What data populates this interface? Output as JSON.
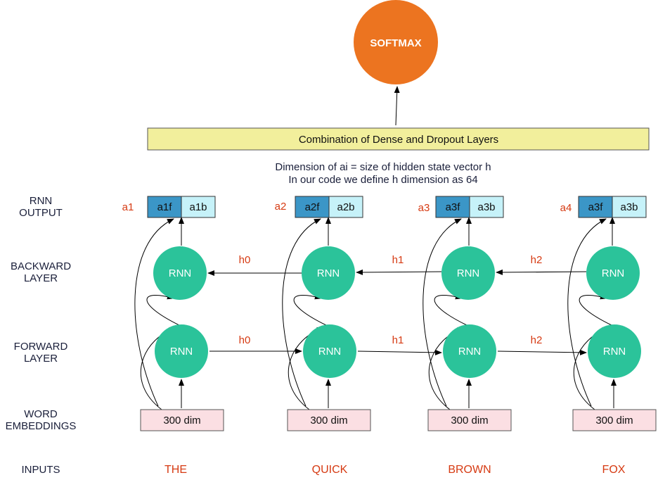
{
  "row_labels": {
    "rnn_output": [
      "RNN",
      "OUTPUT"
    ],
    "backward_layer": [
      "BACKWARD",
      "LAYER"
    ],
    "forward_layer": [
      "FORWARD",
      "LAYER"
    ],
    "word_embeddings": [
      "WORD",
      "EMBEDDINGS"
    ],
    "inputs": "INPUTS"
  },
  "softmax_label": "SOFTMAX",
  "dense_label": "Combination of Dense and Dropout Layers",
  "dimension_note": [
    "Dimension of ai = size of hidden state vector h",
    "In our code we define h dimension as 64"
  ],
  "rnn_label": "RNN",
  "columns": [
    {
      "word": "THE",
      "embedding": "300 dim",
      "output_label": "a1",
      "forward_half": "a1f",
      "backward_half": "a1b"
    },
    {
      "word": "QUICK",
      "embedding": "300 dim",
      "output_label": "a2",
      "forward_half": "a2f",
      "backward_half": "a2b"
    },
    {
      "word": "BROWN",
      "embedding": "300 dim",
      "output_label": "a3",
      "forward_half": "a3f",
      "backward_half": "a3b"
    },
    {
      "word": "FOX",
      "embedding": "300 dim",
      "output_label": "a4",
      "forward_half": "a3f",
      "backward_half": "a3b"
    }
  ],
  "forward_hidden": [
    "h0",
    "h1",
    "h2"
  ],
  "backward_hidden": [
    "h0",
    "h1",
    "h2"
  ],
  "colors": {
    "softmax": "#ec7420",
    "dense": "#f2ef9c",
    "rnn": "#2bc39a",
    "forward_half": "#3b96c7",
    "backward_half": "#c6f2f9",
    "embedding": "#fbdfe3",
    "accent_text": "#d63a12"
  }
}
